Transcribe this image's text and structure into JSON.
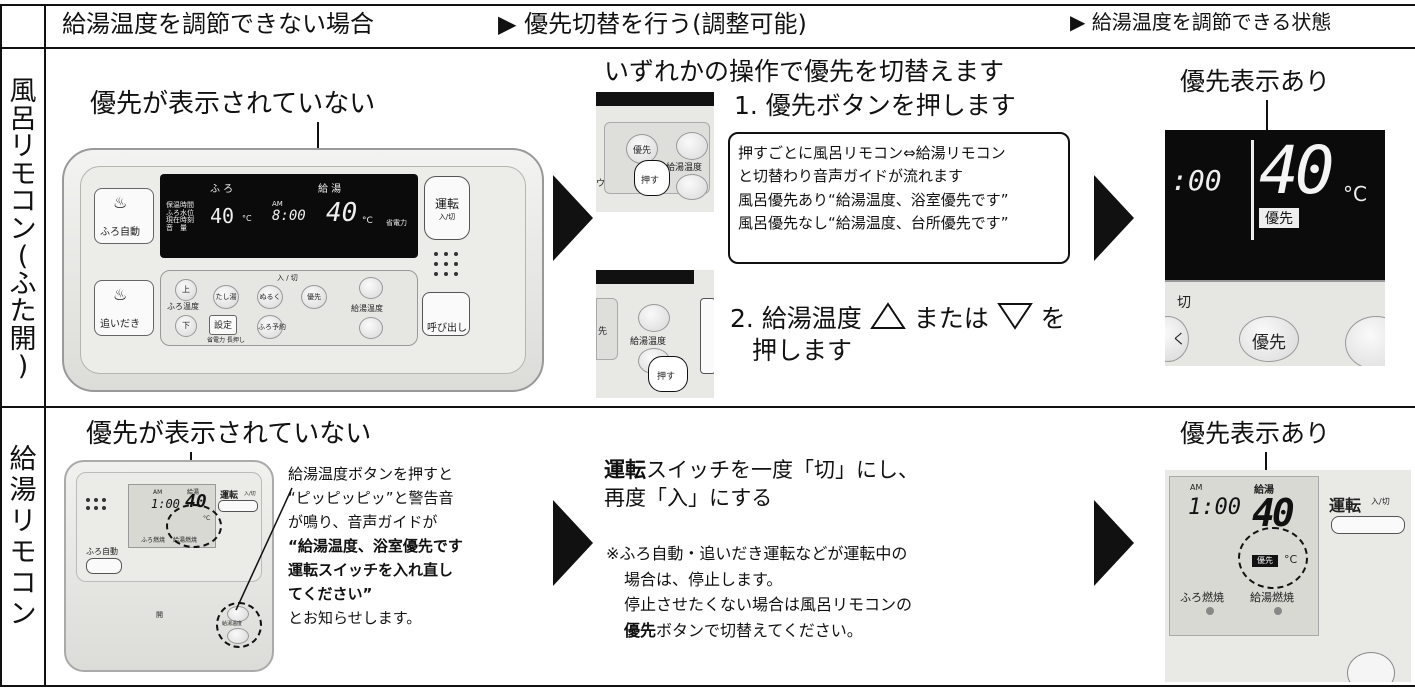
{
  "header": {
    "col1": "給湯温度を調節できない場合",
    "col2": "▶ 優先切替を行う(調整可能)",
    "col3": "▶ 給湯温度を調節できる状態"
  },
  "row1": {
    "side_label": [
      "風",
      "呂",
      "リ",
      "モ",
      "コ",
      "ン",
      "(",
      "ふ",
      "た",
      "開",
      ")"
    ],
    "left_caption": "優先が表示されていない",
    "middle_title": "いずれかの操作で優先を切替えます",
    "step1": "1. 優先ボタンを押します",
    "note": [
      "押すごとに風呂リモコン⇔給湯リモコン",
      "と切替わり音声ガイドが流れます",
      "風呂優先あり“給湯温度、浴室優先です”",
      "風呂優先なし“給湯温度、台所優先です”"
    ],
    "step2_line1": "2. 給湯温度",
    "step2_line1b": "または",
    "step2_line1c": "を",
    "step2_line2": "押します",
    "right_caption": "優先表示あり",
    "zoom_right": {
      "lcd_time": ":00",
      "temp": "40",
      "unit": "°C",
      "badge": "優先",
      "cut_label": "切",
      "yusen_button": "優先",
      "partial_char": "く"
    },
    "zoom1": {
      "yusen": "優先",
      "kyuto": "給湯温度",
      "press": "押す",
      "partial": "ウ"
    },
    "zoom2": {
      "left_partial": "先",
      "kyuto": "給湯温度",
      "press": "押す"
    },
    "remote": {
      "furo_auto": "ふろ自動",
      "oidaki": "追いだき",
      "furo": "ふ ろ",
      "kyuto": "給 湯",
      "lcd_labels": [
        "保温時間",
        "ふろ水位",
        "現在時刻",
        "音　量"
      ],
      "furo_temp": "40",
      "am": "AM",
      "time": "8:00",
      "kyuto_temp": "40",
      "unit": "°C",
      "eco": "省電力",
      "unten": "運転",
      "unten_sub": "入/切",
      "iri_kiri": "入 / 切",
      "ue": "上",
      "shita": "下",
      "furo_ondo": "ふろ温度",
      "settei": "設定",
      "settei_sub": "省電力 長押し",
      "tashiyu": "たし湯",
      "nuruku": "ぬるく",
      "yusen": "優先",
      "furo_yoyaku": "ふろ予約",
      "kyuto_ondo": "給湯温度",
      "yobidashi": "呼び出し"
    }
  },
  "row2": {
    "side_label": [
      "給",
      "湯",
      "リ",
      "モ",
      "コ",
      "ン"
    ],
    "left_caption": "優先が表示されていない",
    "desc": [
      "給湯温度ボタンを押すと",
      "“ピッピッピッ”と警告音",
      "が鳴り、音声ガイドが",
      "“給湯温度、浴室優先です",
      " 運転スイッチを入れ直し",
      " てください”",
      "とお知らせします。"
    ],
    "instr_bold": "運転",
    "instr_rest": "スイッチを一度「切」にし、",
    "instr_line2": "再度「入」にする",
    "note1": "※ふろ自動・追いだき運転などが運転中の",
    "note2": "場合は、停止します。",
    "note3": "停止させたくない場合は風呂リモコンの",
    "note4_bold": "優先",
    "note4_rest": "ボタンで切替えてください。",
    "right_caption": "優先表示あり",
    "remote": {
      "am": "AM",
      "time": "1:00",
      "kyuto_small": "給湯",
      "temp": "40",
      "unit": "°C",
      "unten": "運転",
      "unten_sub": "入/切",
      "furo_auto": "ふろ自動",
      "furo_nensho": "ふろ燃焼",
      "kyuto_nensho": "給湯燃焼",
      "kyuto_ondo": "給湯温度",
      "kai": "開"
    },
    "zoom": {
      "am": "AM",
      "time": "1:00",
      "kyuto_small": "給湯",
      "temp": "40",
      "badge": "優先",
      "unit": "°C",
      "unten": "運転",
      "unten_sub": "入/切",
      "furo_nensho": "ふろ燃焼",
      "kyuto_nensho": "給湯燃焼"
    }
  }
}
